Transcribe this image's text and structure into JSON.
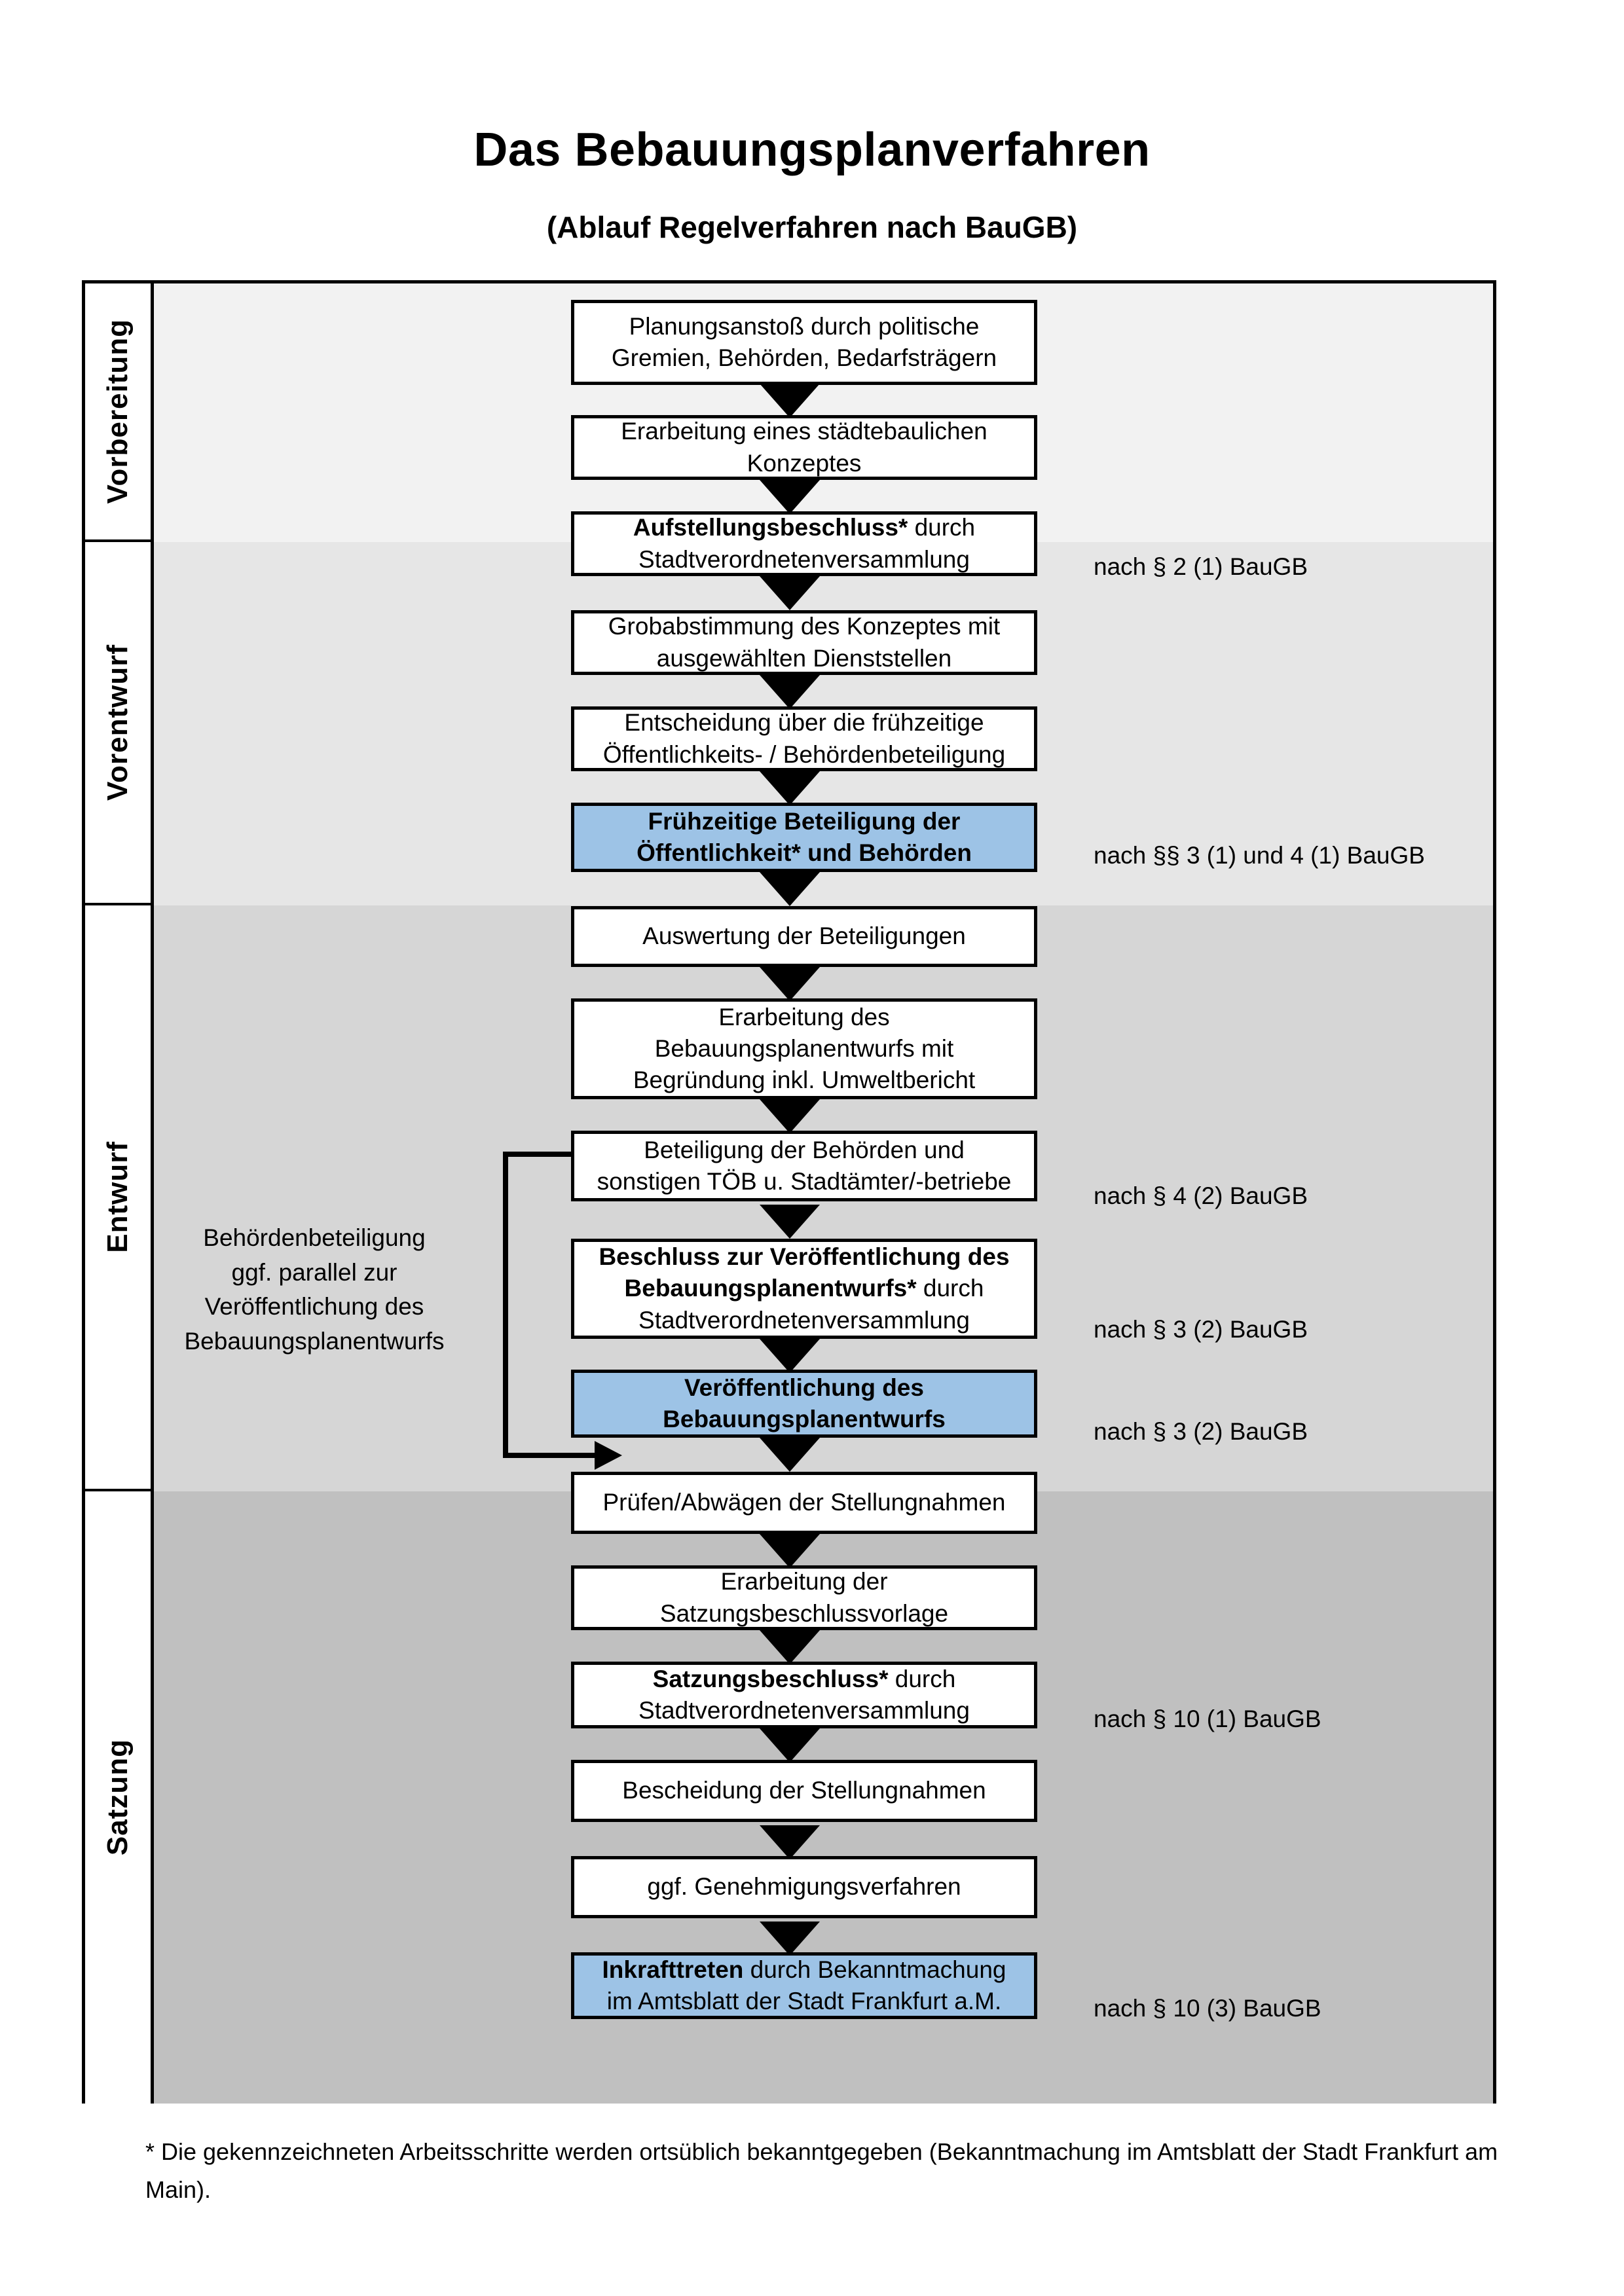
{
  "document": {
    "title": "Das Bebauungsplanverfahren",
    "subtitle": "(Ablauf Regelverfahren nach BauGB)",
    "footnote": "* Die gekennzeichneten Arbeitsschritte werden ortsüblich bekanntgegeben (Bekanntmachung im Amtsblatt  der Stadt Frankfurt am Main)."
  },
  "colors": {
    "highlight_box": "#9dc3e6",
    "band_vorbereitung": "#f2f2f2",
    "band_vorentwurf": "#e6e6e6",
    "band_entwurf": "#d6d6d6",
    "band_satzung": "#c0c0c0",
    "outline": "#000000"
  },
  "phases": [
    {
      "label": "Vorbereitung"
    },
    {
      "label": "Vorentwurf"
    },
    {
      "label": "Entwurf"
    },
    {
      "label": "Satzung"
    }
  ],
  "steps": [
    {
      "id": "s1",
      "line1": "Planungsanstoß durch politische",
      "line2": "Gremien, Behörden, Bedarfsträgern",
      "line3": "",
      "bold_prefix": "",
      "highlight": false
    },
    {
      "id": "s2",
      "line1": "Erarbeitung eines städtebaulichen",
      "line2": "Konzeptes",
      "line3": "",
      "bold_prefix": "",
      "highlight": false
    },
    {
      "id": "s3",
      "line1": "",
      "line2": "Stadtverordnetenversammlung",
      "line3": "",
      "bold_prefix": "Aufstellungsbeschluss*",
      "rest": " durch",
      "highlight": false
    },
    {
      "id": "s4",
      "line1": "Grobabstimmung des Konzeptes mit",
      "line2": "ausgewählten Dienststellen",
      "line3": "",
      "bold_prefix": "",
      "highlight": false
    },
    {
      "id": "s5",
      "line1": "Entscheidung über die frühzeitige",
      "line2": "Öffentlichkeits- / Behördenbeteiligung",
      "line3": "",
      "bold_prefix": "",
      "highlight": false
    },
    {
      "id": "s6",
      "line1": "Frühzeitige Beteiligung der",
      "line2": "Öffentlichkeit* und Behörden",
      "line3": "",
      "bold_prefix": "",
      "highlight": true
    },
    {
      "id": "s7",
      "line1": "Auswertung der Beteiligungen",
      "line2": "",
      "line3": "",
      "bold_prefix": "",
      "highlight": false
    },
    {
      "id": "s8",
      "line1": "Erarbeitung des",
      "line2": "Bebauungsplanentwurfs mit",
      "line3": "Begründung inkl. Umweltbericht",
      "bold_prefix": "",
      "highlight": false
    },
    {
      "id": "s9",
      "line1": "Beteiligung der Behörden und",
      "line2": "sonstigen TÖB u. Stadtämter/-betriebe",
      "line3": "",
      "bold_prefix": "",
      "highlight": false
    },
    {
      "id": "s10",
      "line1": "Beschluss zur Veröffentlichung des",
      "line2": "Bebauungsplanentwurfs*",
      "line3": "Stadtverordnetenversammlung",
      "bold_prefix": "",
      "rest": " durch",
      "highlight": false
    },
    {
      "id": "s11",
      "line1": "Veröffentlichung des",
      "line2": "Bebauungsplanentwurfs",
      "line3": "",
      "bold_prefix": "",
      "highlight": true
    },
    {
      "id": "s12",
      "line1": "Prüfen/Abwägen der Stellungnahmen",
      "line2": "",
      "line3": "",
      "bold_prefix": "",
      "highlight": false
    },
    {
      "id": "s13",
      "line1": "Erarbeitung der",
      "line2": "Satzungsbeschlussvorlage",
      "line3": "",
      "bold_prefix": "",
      "highlight": false
    },
    {
      "id": "s14",
      "line1": "",
      "line2": "Stadtverordnetenversammlung",
      "line3": "",
      "bold_prefix": "Satzungsbeschluss*",
      "rest": " durch",
      "highlight": false
    },
    {
      "id": "s15",
      "line1": "Bescheidung der Stellungnahmen",
      "line2": "",
      "line3": "",
      "bold_prefix": "",
      "highlight": false
    },
    {
      "id": "s16",
      "line1": "ggf. Genehmigungsverfahren",
      "line2": "",
      "line3": "",
      "bold_prefix": "",
      "highlight": false
    },
    {
      "id": "s17",
      "line1": "",
      "line2": "im Amtsblatt der Stadt Frankfurt a.M.",
      "line3": "",
      "bold_prefix": "Inkrafttreten",
      "rest": " durch Bekanntmachung",
      "highlight": true
    }
  ],
  "side_note": {
    "lines": [
      "Behördenbeteiligung",
      "ggf. parallel zur",
      "Veröffentlichung des",
      "Bebauungsplanentwurfs"
    ],
    "text": "Behördenbeteiligung ggf. parallel zur Veröffentlichung des Bebauungsplanentwurfs"
  },
  "annotations": [
    {
      "id": "a1",
      "text": "nach § 2 (1) BauGB"
    },
    {
      "id": "a2",
      "text": "nach §§ 3 (1) und 4 (1) BauGB"
    },
    {
      "id": "a3",
      "text": "nach § 4 (2) BauGB"
    },
    {
      "id": "a4",
      "text": "nach § 3 (2) BauGB"
    },
    {
      "id": "a5",
      "text": "nach § 3 (2) BauGB"
    },
    {
      "id": "a6",
      "text": "nach § 10 (1) BauGB"
    },
    {
      "id": "a7",
      "text": "nach § 10 (3) BauGB"
    }
  ]
}
